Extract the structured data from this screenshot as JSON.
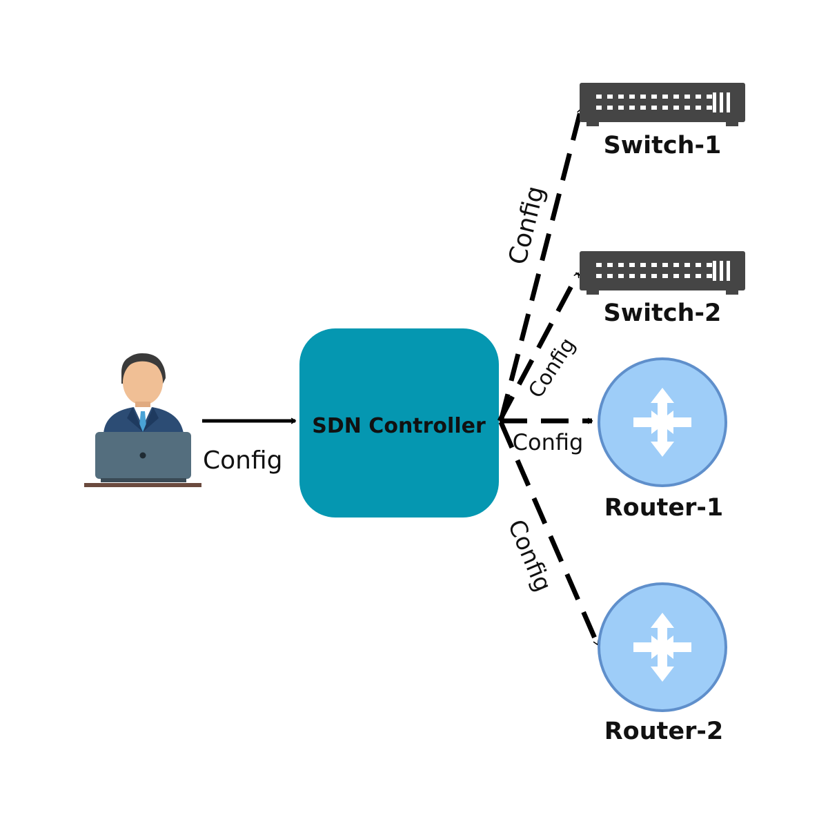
{
  "diagram": {
    "controller": {
      "label": "SDN Controller",
      "color": "#0597b1"
    },
    "edge_labels": {
      "admin_to_controller": "Config",
      "to_switch1": "Config",
      "to_switch2": "Config",
      "to_router1": "Config",
      "to_router2": "Config"
    },
    "devices": {
      "switch1": {
        "label": "Switch-1",
        "type": "switch"
      },
      "switch2": {
        "label": "Switch-2",
        "type": "switch"
      },
      "router1": {
        "label": "Router-1",
        "type": "router"
      },
      "router2": {
        "label": "Router-2",
        "type": "router"
      }
    },
    "colors": {
      "switch_body": "#454545",
      "router_fill": "#9ecdf8",
      "router_stroke": "#5f8fcb",
      "arrow": "#000000"
    }
  }
}
